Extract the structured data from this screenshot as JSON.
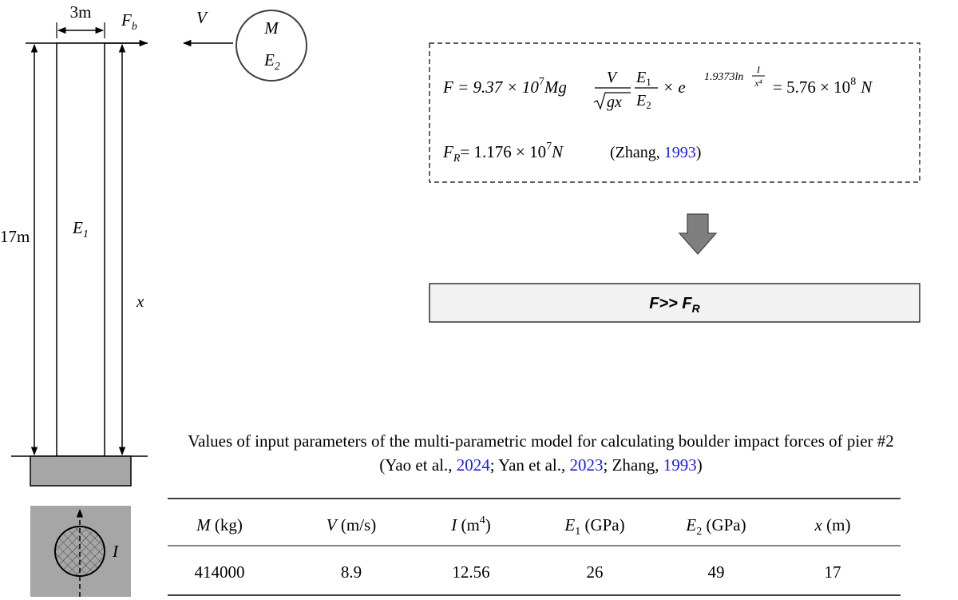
{
  "pier": {
    "width_label": "3m",
    "height_label": "17m",
    "material_label": "E",
    "material_sub": "1",
    "x_label": "x",
    "force_label": "F",
    "force_sub": "b"
  },
  "boulder": {
    "velocity_label": "V",
    "mass_label": "M",
    "material_label": "E",
    "material_sub": "2"
  },
  "formula": {
    "f_lhs": "F = 9.37 × 10",
    "f_exp": "7",
    "f_mg": "Mg",
    "f_frac_num": "V",
    "f_frac_den": "gx",
    "f_e1": "E",
    "f_e1_sub": "1",
    "f_e2": "E",
    "f_e2_sub": "2",
    "f_times_e": "× e",
    "f_exponent": "1.9373ln",
    "f_exp_frac_num": "I",
    "f_exp_frac_den": "x⁴",
    "f_result": "= 5.76 × 10",
    "f_result_exp": "8",
    "f_result_unit": "N",
    "fr_lhs": "F",
    "fr_sub": "R",
    "fr_rhs": "= 1.176 × 10",
    "fr_exp": "7",
    "fr_unit": "N",
    "fr_cite_open": "(Zhang, ",
    "fr_cite_year": "1993",
    "fr_cite_close": ")"
  },
  "conclusion": {
    "text": "F>> F",
    "sub": "R"
  },
  "caption": {
    "line1": "Values of input parameters of the multi-parametric model for calculating boulder impact forces of pier #2",
    "open": "(Yao et al., ",
    "year1": "2024",
    "mid1": "; Yan et al., ",
    "year2": "2023",
    "mid2": "; Zhang, ",
    "year3": "1993",
    "close": ")"
  },
  "section": {
    "inertia_label": "I"
  },
  "table": {
    "headers": [
      {
        "sym": "M",
        "sub": "",
        "unit": " (kg)",
        "sup": ""
      },
      {
        "sym": "V",
        "sub": "",
        "unit": " (m/s)",
        "sup": ""
      },
      {
        "sym": "I",
        "sub": "",
        "unit": " (m",
        "sup": "4",
        "close": ")"
      },
      {
        "sym": "E",
        "sub": "1",
        "unit": " (GPa)",
        "sup": ""
      },
      {
        "sym": "E",
        "sub": "2",
        "unit": " (GPa)",
        "sup": ""
      },
      {
        "sym": "x",
        "sub": "",
        "unit": " (m)",
        "sup": ""
      }
    ],
    "values": [
      "414000",
      "8.9",
      "12.56",
      "26",
      "49",
      "17"
    ]
  },
  "colors": {
    "ground": "#a6a6a6",
    "arrow_fill": "#7f7f7f",
    "conclusion_bg": "#f2f2f2",
    "citation": "#1a1aee"
  }
}
